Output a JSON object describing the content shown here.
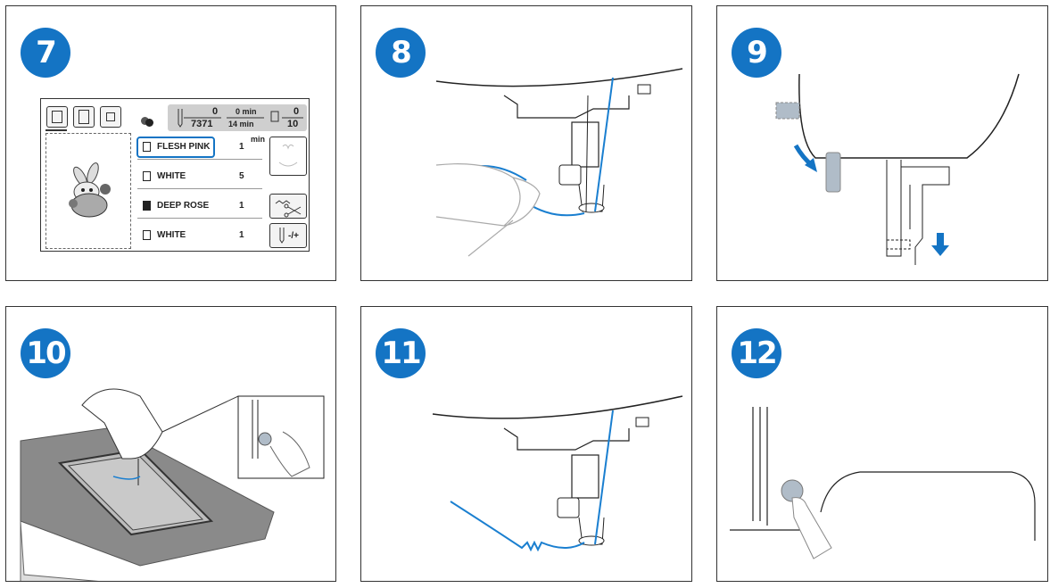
{
  "steps": [
    {
      "number": "7"
    },
    {
      "number": "8"
    },
    {
      "number": "9"
    },
    {
      "number": "10"
    },
    {
      "number": "11"
    },
    {
      "number": "12"
    }
  ],
  "screen": {
    "stitch_count_now": "0",
    "stitch_count_total": "7371",
    "time_now": "0 min",
    "time_total": "14 min",
    "color_now": "0",
    "color_total": "10",
    "time_unit": "min",
    "threads": [
      {
        "name": "FLESH PINK",
        "count": "1"
      },
      {
        "name": "WHITE",
        "count": "5"
      },
      {
        "name": "DEEP ROSE",
        "count": "1"
      },
      {
        "name": "WHITE",
        "count": "1"
      }
    ],
    "needle_button_label": "-/+"
  },
  "colors": {
    "accent": "#1474c4",
    "thread": "#1a7fd0",
    "button_grey": "#b0bcc8"
  }
}
